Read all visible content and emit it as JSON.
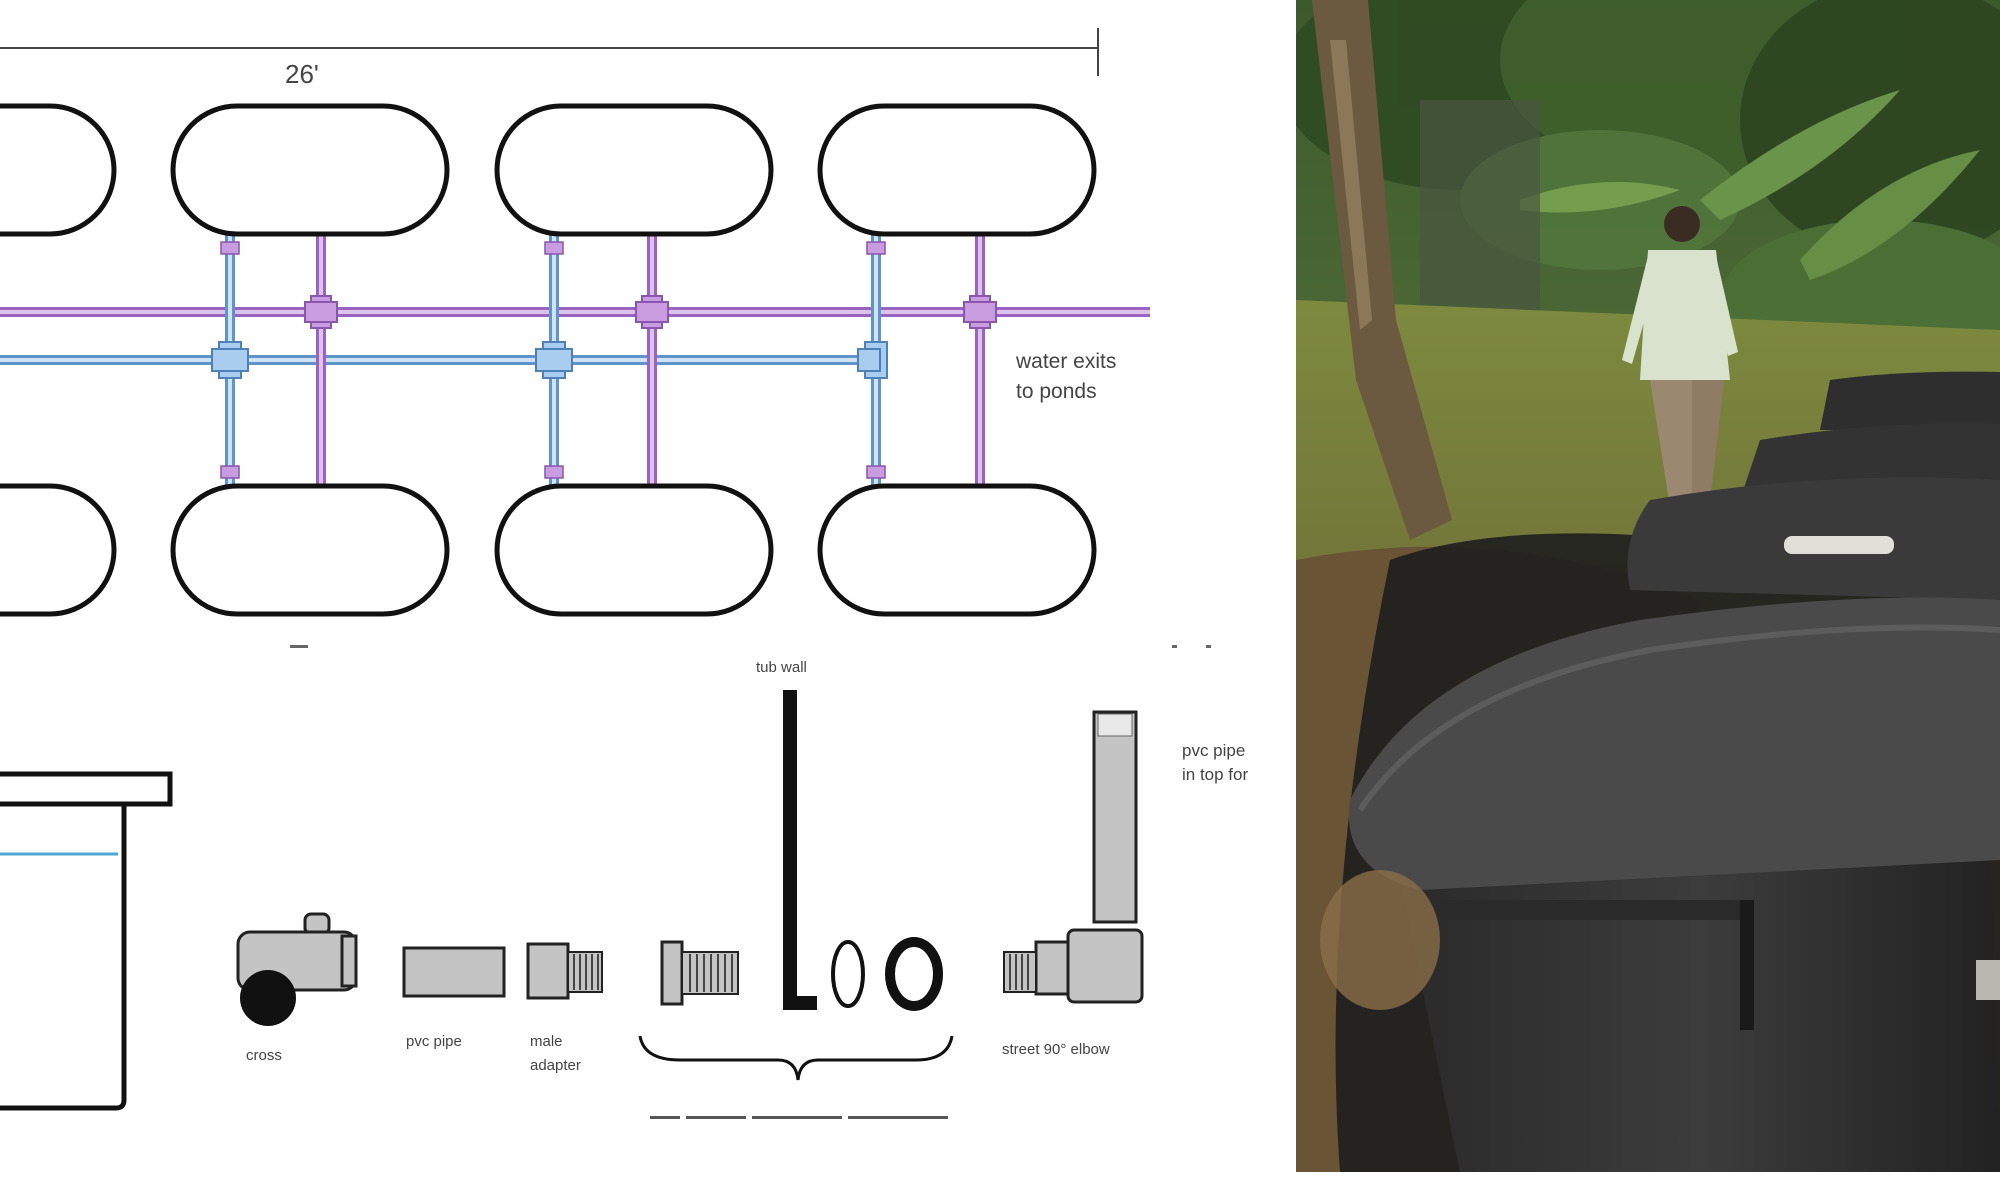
{
  "diagram": {
    "dimension_label": "26'",
    "exit_label_line1": "water exits",
    "exit_label_line2": "to ponds",
    "parts": {
      "cross": "cross",
      "pvc_pipe": "pvc pipe",
      "male_adapter_line1": "male",
      "male_adapter_line2": "adapter",
      "tub_wall": "tub wall",
      "street_elbow": "street 90° elbow",
      "standpipe_note_line1": "pvc pipe",
      "standpipe_note_line2": "in top for"
    }
  },
  "colors": {
    "purple_pipe": "#b07cd0",
    "blue_pipe": "#8fb8e0",
    "outline": "#111111",
    "part_fill": "#c4c4c4",
    "water_line": "#4da6d6"
  },
  "photo": {
    "subject": "row of black tubs with mesh covers beside a garden path, person walking away"
  }
}
